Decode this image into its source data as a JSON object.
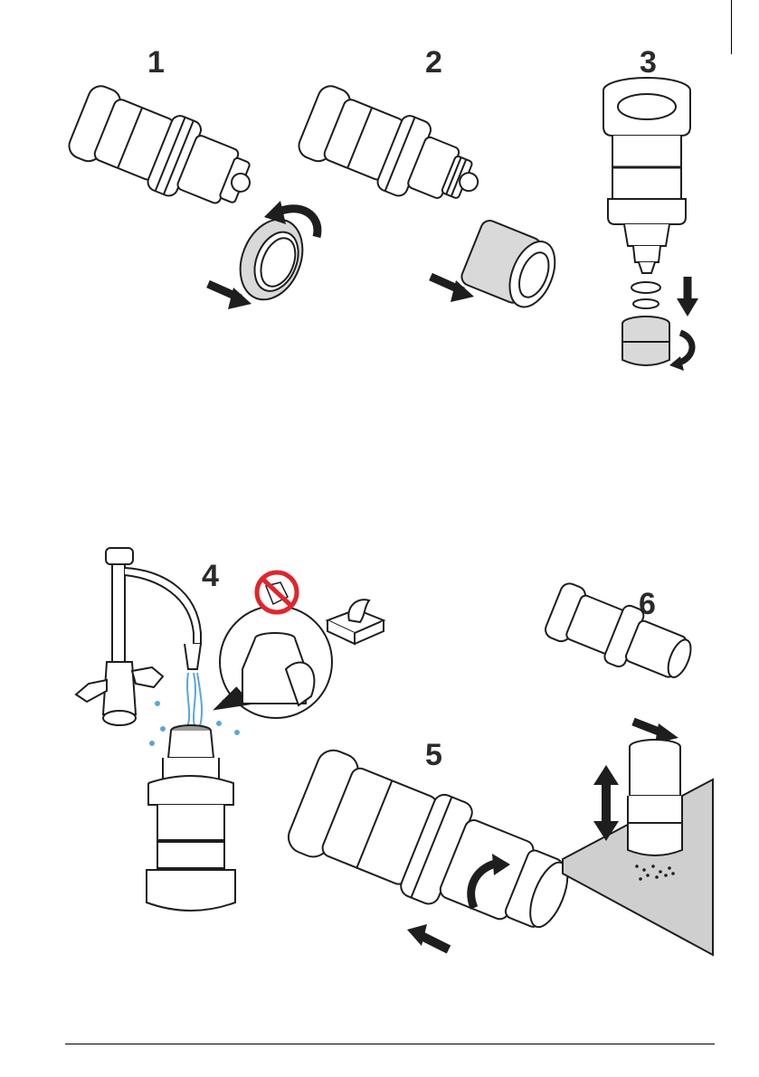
{
  "steps": {
    "s1": "1",
    "s2": "2",
    "s3": "3",
    "s4": "4",
    "s5": "5",
    "s6": "6"
  },
  "icons": {
    "prohibition": "no-cloth-wipe-icon",
    "tissue_box": "tissue-box-icon",
    "rotate_arrow": "rotate-arrow-icon",
    "direction_arrow": "direction-arrow-icon"
  },
  "colors": {
    "prohibition_red": "#e2242b",
    "water_blue": "#5aa6d8",
    "line": "#1e1e1e",
    "surface": "#cfcfcf"
  }
}
